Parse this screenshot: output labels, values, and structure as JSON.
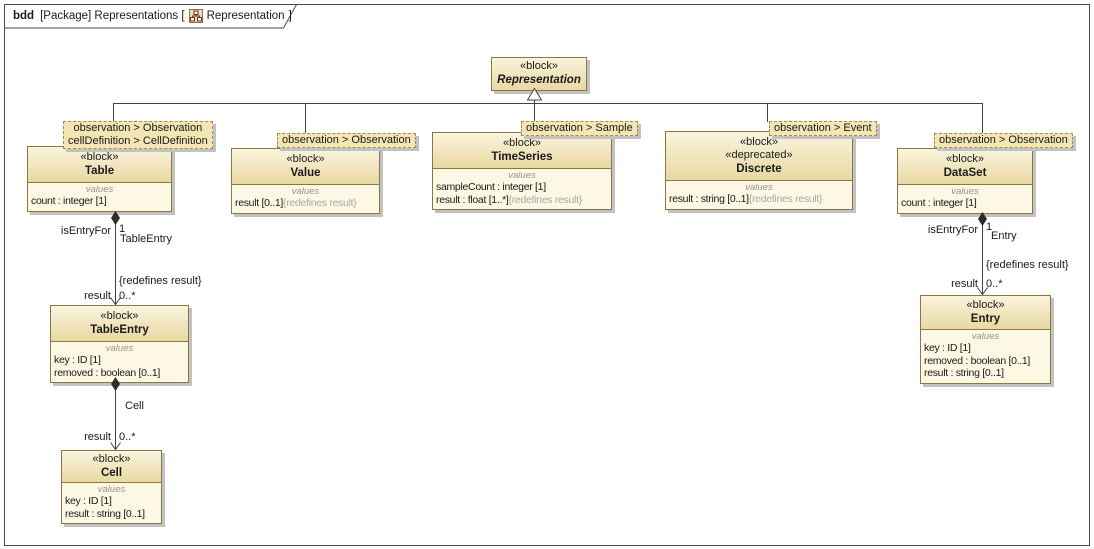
{
  "header": {
    "keyword": "bdd",
    "title": "[Package] Representations [",
    "diagram_name": "Representation",
    "closing_bracket": "]"
  },
  "captions": {
    "values": "values"
  },
  "colors": {
    "block_fill": "#fdf8e4",
    "block_header_gradient_top": "#faf4df",
    "block_header_gradient_bottom": "#e9d8a1",
    "block_border": "#8a7840",
    "context_box_fill": "#f3e5b4",
    "line_color": "#43433b",
    "note_text": "#a9a9a9"
  },
  "blocks": {
    "representation": {
      "stereotype": "«block»",
      "name": "Representation"
    },
    "table": {
      "context": [
        "observation > Observation",
        "cellDefinition > CellDefinition"
      ],
      "stereotype": "«block»",
      "name": "Table",
      "attributes": [
        {
          "text": "count : integer [1]",
          "note": ""
        }
      ]
    },
    "value": {
      "context": [
        "observation > Observation"
      ],
      "stereotype": "«block»",
      "name": "Value",
      "attributes": [
        {
          "text": "result [0..1]",
          "note": "{redefines result}"
        }
      ]
    },
    "timeseries": {
      "context": [
        "observation > Sample"
      ],
      "stereotype": "«block»",
      "name": "TimeSeries",
      "attributes": [
        {
          "text": "sampleCount : integer [1]",
          "note": ""
        },
        {
          "text": "result : float [1..*]",
          "note": "{redefines result}"
        }
      ]
    },
    "discrete": {
      "context": [
        "observation > Event"
      ],
      "stereotype": "«block»",
      "stereotype2": "«deprecated»",
      "name": "Discrete",
      "attributes": [
        {
          "text": "result : string [0..1]",
          "note": "{redefines result}"
        }
      ]
    },
    "dataset": {
      "context": [
        "observation > Observation"
      ],
      "stereotype": "«block»",
      "name": "DataSet",
      "attributes": [
        {
          "text": "count : integer [1]",
          "note": ""
        }
      ]
    },
    "tableentry": {
      "stereotype": "«block»",
      "name": "TableEntry",
      "attributes": [
        {
          "text": "key : ID [1]",
          "note": ""
        },
        {
          "text": "removed : boolean [0..1]",
          "note": ""
        }
      ]
    },
    "cell": {
      "stereotype": "«block»",
      "name": "Cell",
      "attributes": [
        {
          "text": "key : ID [1]",
          "note": ""
        },
        {
          "text": "result : string [0..1]",
          "note": ""
        }
      ]
    },
    "entry": {
      "stereotype": "«block»",
      "name": "Entry",
      "attributes": [
        {
          "text": "key : ID [1]",
          "note": ""
        },
        {
          "text": "removed : boolean [0..1]",
          "note": ""
        },
        {
          "text": "result : string [0..1]",
          "note": ""
        }
      ]
    }
  },
  "edges": {
    "table_tableentry": {
      "role_source": "isEntryFor",
      "mult_source": "1",
      "end_name": "TableEntry",
      "constraint": "{redefines result}",
      "role_target": "result",
      "mult_target": "0..*"
    },
    "tableentry_cell": {
      "end_name": "Cell",
      "role_target": "result",
      "mult_target": "0..*"
    },
    "dataset_entry": {
      "role_source": "isEntryFor",
      "mult_source": "1",
      "end_name": "Entry",
      "constraint": "{redefines result}",
      "role_target": "result",
      "mult_target": "0..*"
    }
  }
}
